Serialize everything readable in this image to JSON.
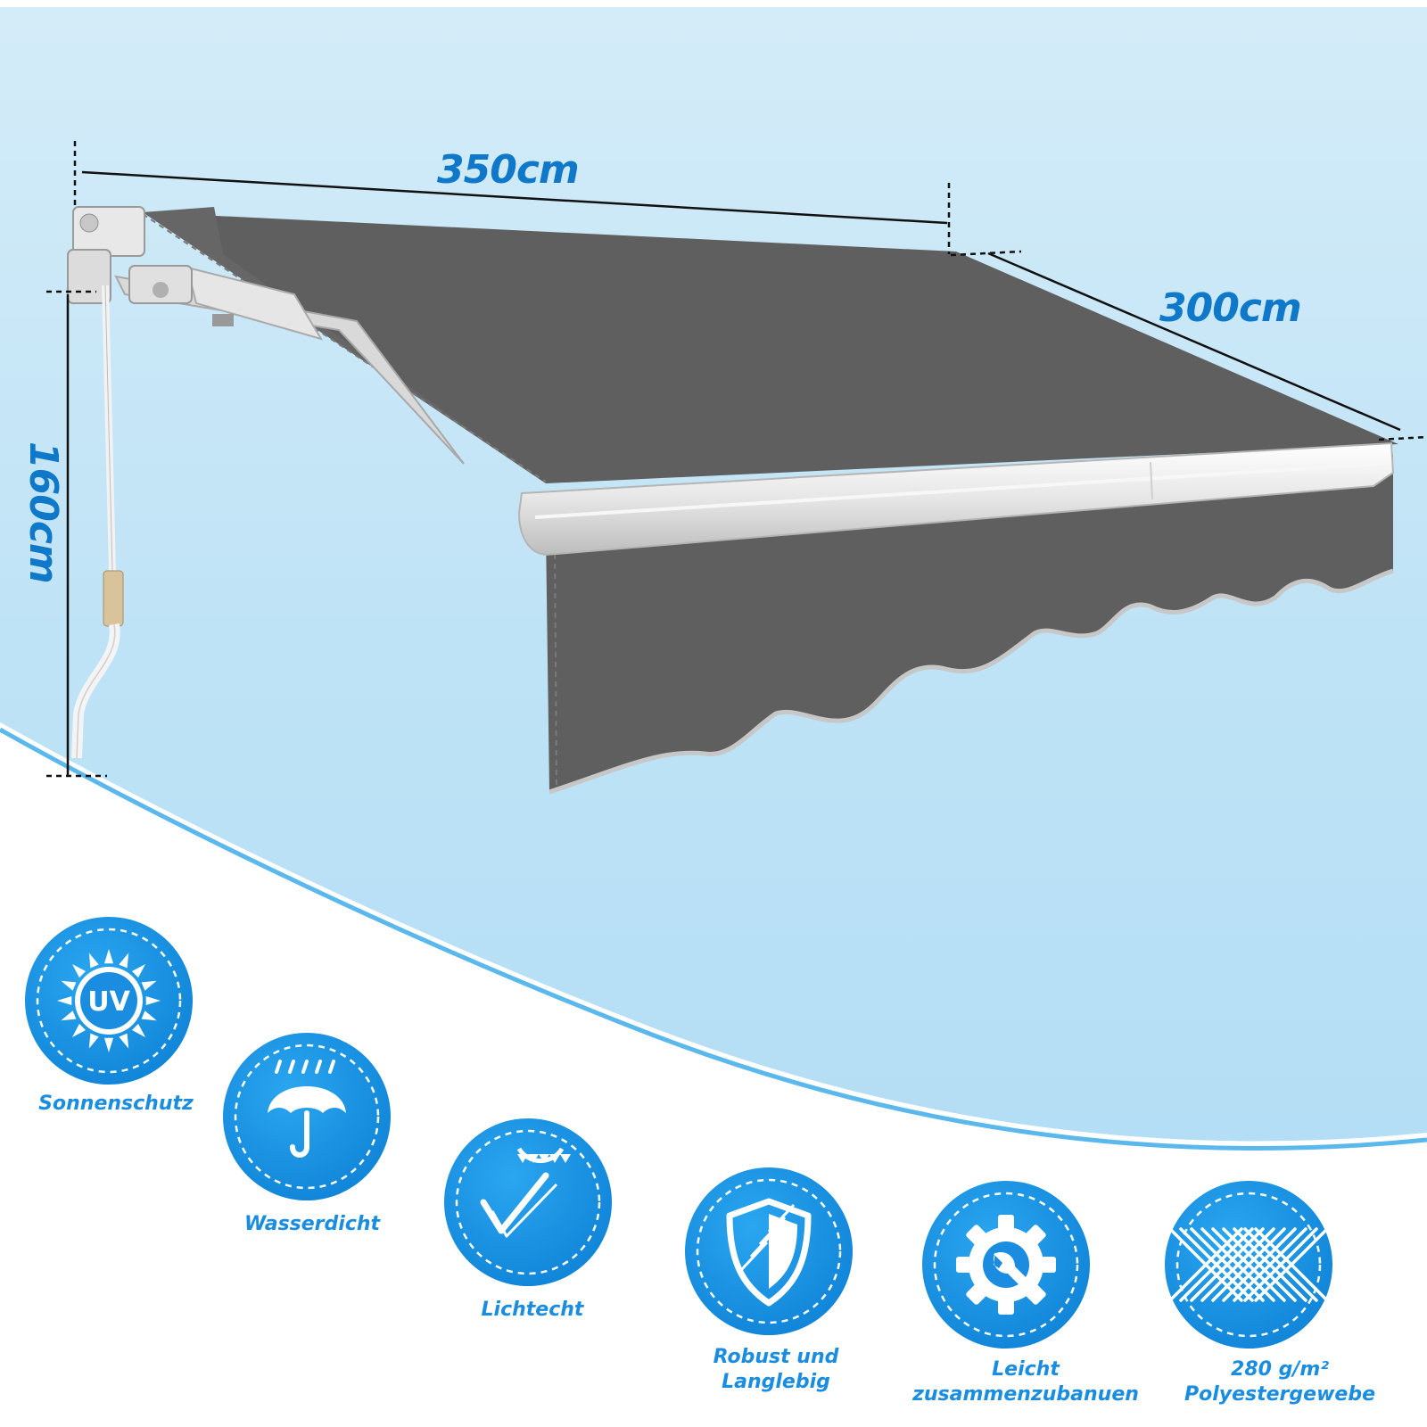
{
  "dimensions": {
    "width": "350cm",
    "depth": "300cm",
    "height": "160cm"
  },
  "features": [
    {
      "icon": "uv-sun-icon",
      "label_lines": [
        "Sonnenschutz"
      ]
    },
    {
      "icon": "umbrella-rain-icon",
      "label_lines": [
        "Wasserdicht"
      ]
    },
    {
      "icon": "sun-checkmark-icon",
      "label_lines": [
        "Lichtecht"
      ]
    },
    {
      "icon": "shield-icon",
      "label_lines": [
        "Robust und",
        "Langlebig"
      ]
    },
    {
      "icon": "gear-wrench-icon",
      "label_lines": [
        "Leicht",
        "zusammenzubanuen"
      ]
    },
    {
      "icon": "fabric-mesh-icon",
      "label_lines": [
        "280 g/m²",
        "Polyestergewebe"
      ]
    }
  ],
  "uv_badge_text": "UV",
  "colors": {
    "accent": "#1a8de0",
    "accent_dark": "#0f78c8",
    "awning_fabric": "#5f5f5f",
    "sky_light": "#b9e0f5"
  }
}
